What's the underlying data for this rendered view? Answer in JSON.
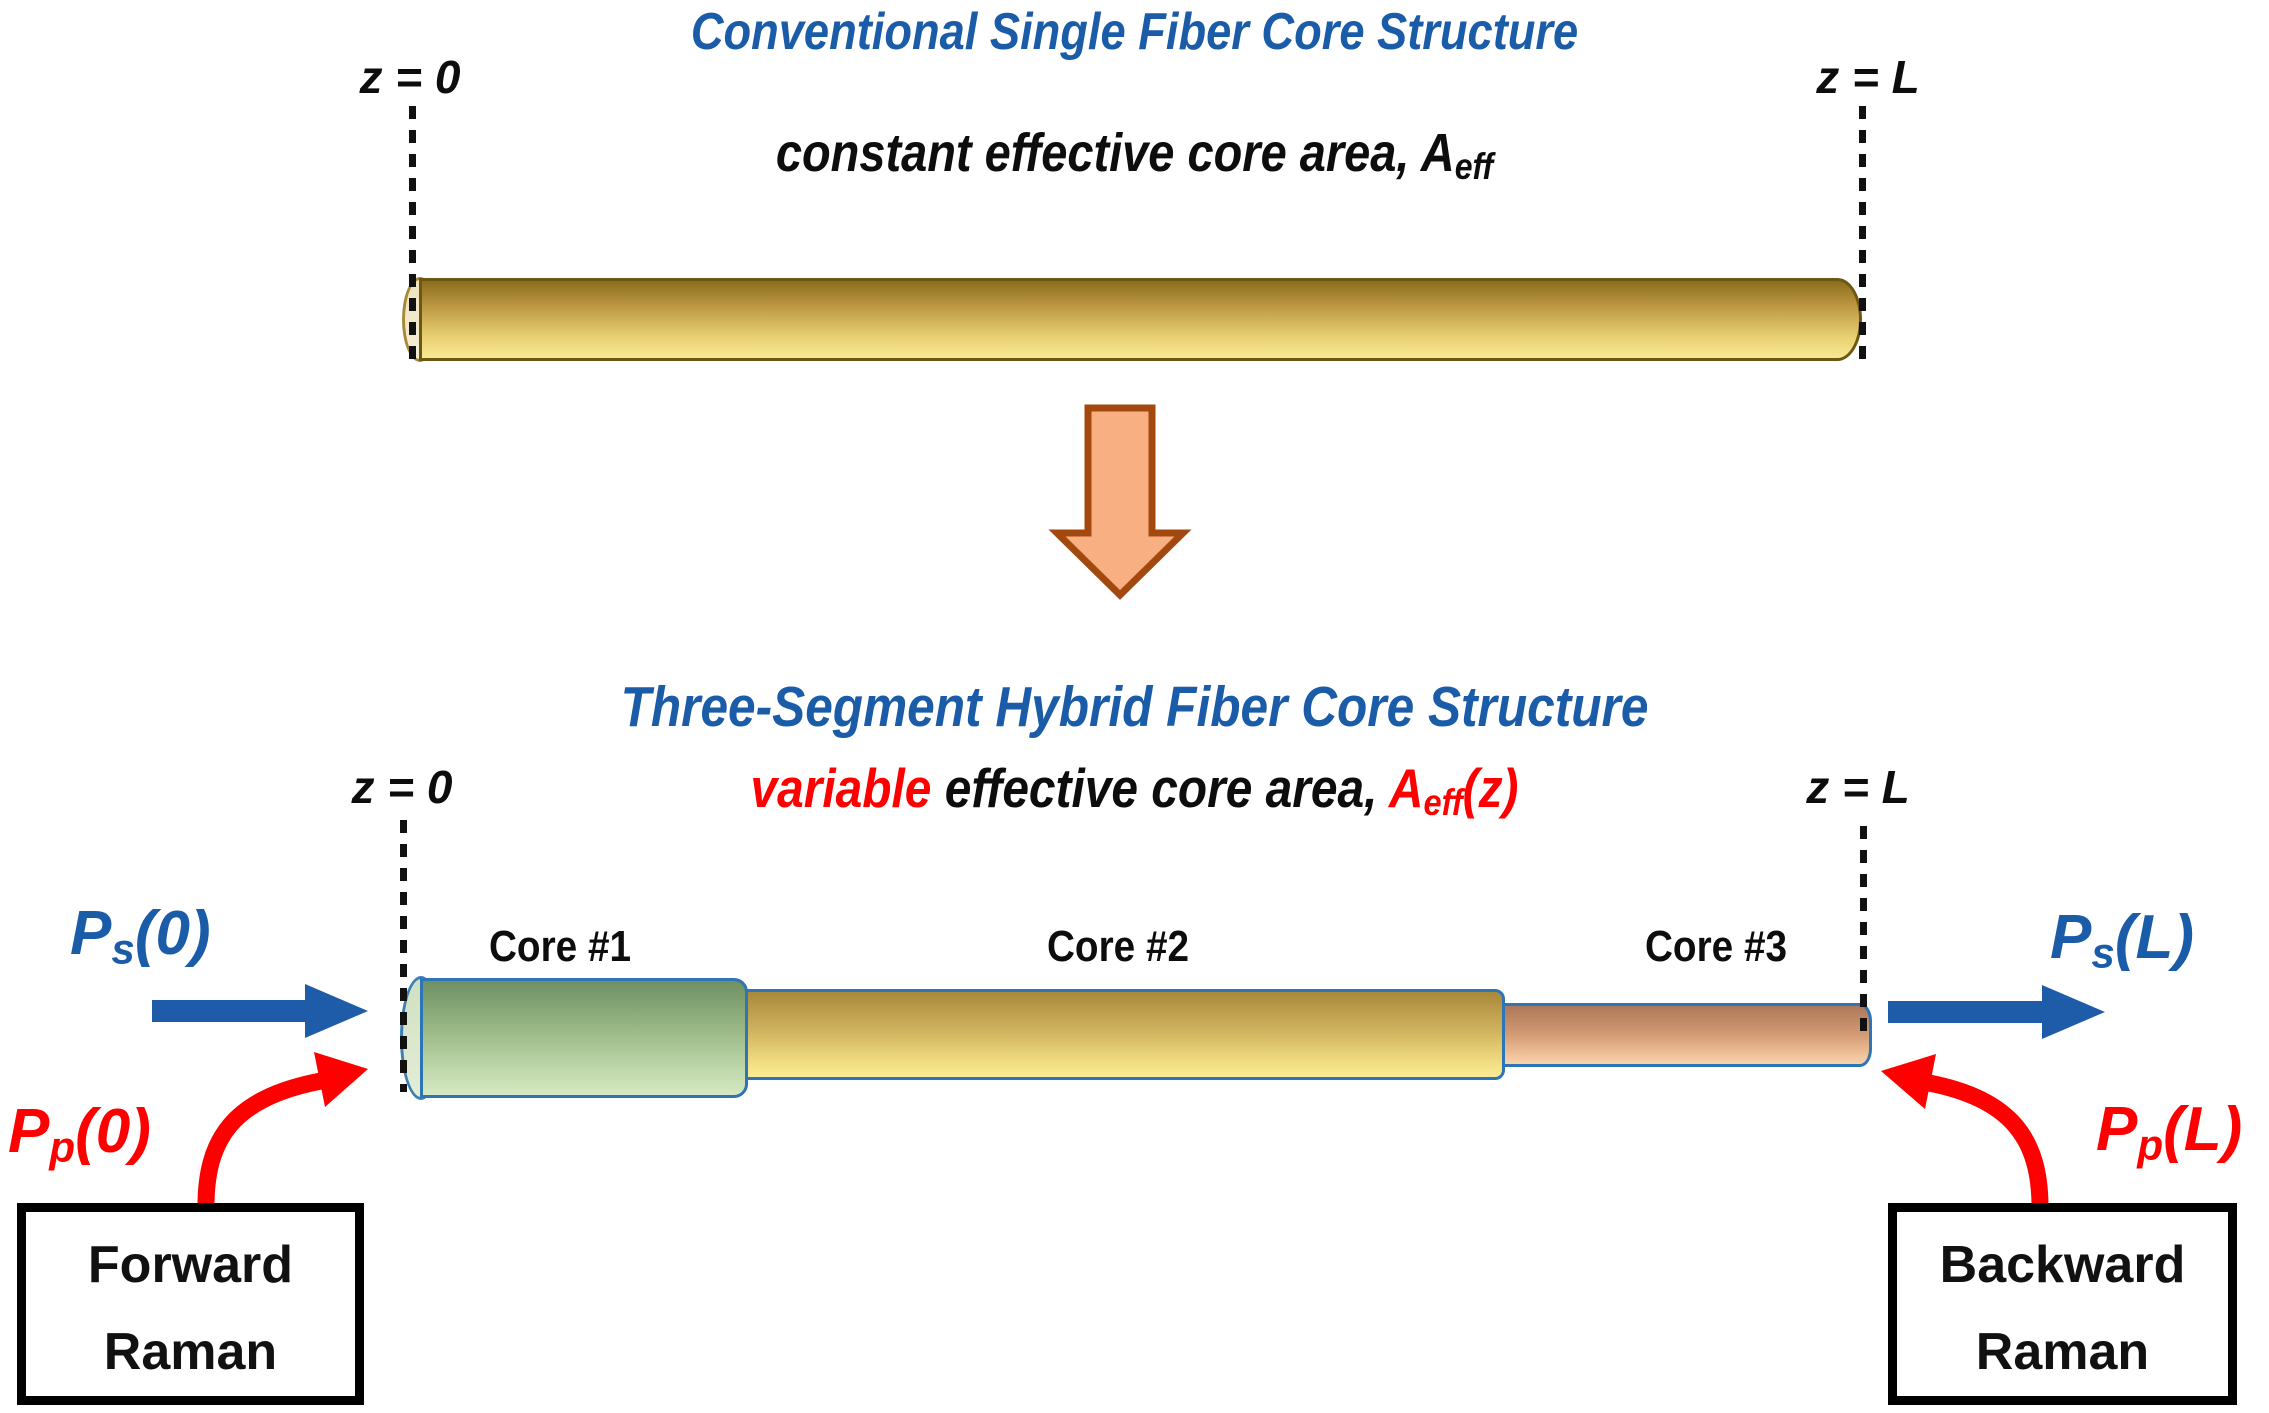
{
  "colors": {
    "title_blue": "#1B5CA9",
    "accent_red": "#FE0000",
    "arrow_blue": "#1E5CA9",
    "core_border_blue": "#2E75B6",
    "transform_arrow_fill": "#F8B083",
    "transform_arrow_stroke": "#A3490F"
  },
  "top_section": {
    "title": "Conventional Single Fiber Core Structure",
    "z_start": "z = 0",
    "z_end": "z = L",
    "subtitle_main": "constant effective core area, A",
    "subtitle_sub": "eff"
  },
  "bottom_section": {
    "title": "Three-Segment Hybrid Fiber Core Structure",
    "z_start": "z = 0",
    "z_end": "z = L",
    "subtitle_variable": "variable",
    "subtitle_middle": " effective core area, ",
    "subtitle_A": "A",
    "subtitle_sub": "eff",
    "subtitle_z": "(z)",
    "cores": [
      {
        "label": "Core #1"
      },
      {
        "label": "Core #2"
      },
      {
        "label": "Core #3"
      }
    ]
  },
  "signals": {
    "ps0": {
      "p": "P",
      "sub": "s",
      "arg": "(0)"
    },
    "pp0": {
      "p": "P",
      "sub": "p",
      "arg": "(0)"
    },
    "psL": {
      "p": "P",
      "sub": "s",
      "arg": "(L)"
    },
    "ppL": {
      "p": "P",
      "sub": "p",
      "arg": "(L)"
    }
  },
  "boxes": {
    "forward": {
      "line1": "Forward",
      "line2": "Raman"
    },
    "backward": {
      "line1": "Backward",
      "line2": "Raman"
    }
  }
}
